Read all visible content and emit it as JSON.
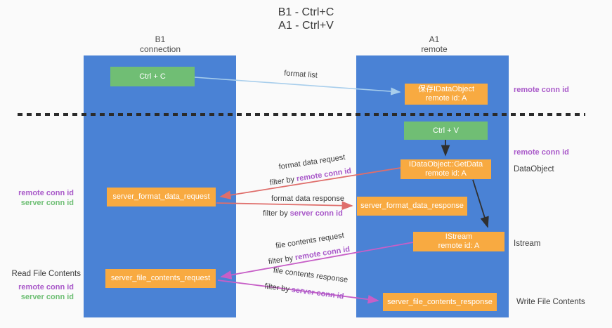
{
  "title": {
    "line1": "B1 - Ctrl+C",
    "line2": "A1 - Ctrl+V"
  },
  "lifelines": {
    "left": {
      "name": "B1",
      "role": "connection"
    },
    "right": {
      "name": "A1",
      "role": "remote"
    }
  },
  "nodes": {
    "ctrl_c": {
      "label": "Ctrl + C"
    },
    "ctrl_v": {
      "label": "Ctrl + V"
    },
    "save_dataobject": {
      "line1": "保存IDataObject",
      "line2": "remote id: A"
    },
    "getdata": {
      "line1": "IDataObject::GetData",
      "line2": "remote id: A"
    },
    "istream": {
      "line1": "IStream",
      "line2": "remote id: A"
    },
    "format_request": {
      "label": "server_format_data_request"
    },
    "format_response": {
      "label": "server_format_data_response"
    },
    "file_request": {
      "label": "server_file_contents_request"
    },
    "file_response": {
      "label": "server_file_contents_response"
    }
  },
  "arrows": {
    "format_list": "format list",
    "format_data_request": "format data request",
    "format_data_response": "format data response",
    "file_contents_request": "file contents request",
    "file_contents_response": "file contents response",
    "filter_by": "filter by"
  },
  "conn_ids": {
    "remote": "remote conn id",
    "server": "server conn id"
  },
  "side_labels": {
    "dataobject": "DataObject",
    "istream": "Istream",
    "read_file_contents": "Read File Contents",
    "write_file_contents": "Write File Contents"
  },
  "colors": {
    "background": "#fafafa",
    "lifeline_blue": "#4a82d5",
    "node_green": "#70be74",
    "node_orange": "#f8aa41",
    "arrow_lightblue": "#a8ceec",
    "arrow_black": "#2f2f2f",
    "arrow_red": "#df6e6b",
    "arrow_magenta": "#c75fc7",
    "conn_id_purple": "#a959c9",
    "conn_id_green": "#6fbf75"
  }
}
